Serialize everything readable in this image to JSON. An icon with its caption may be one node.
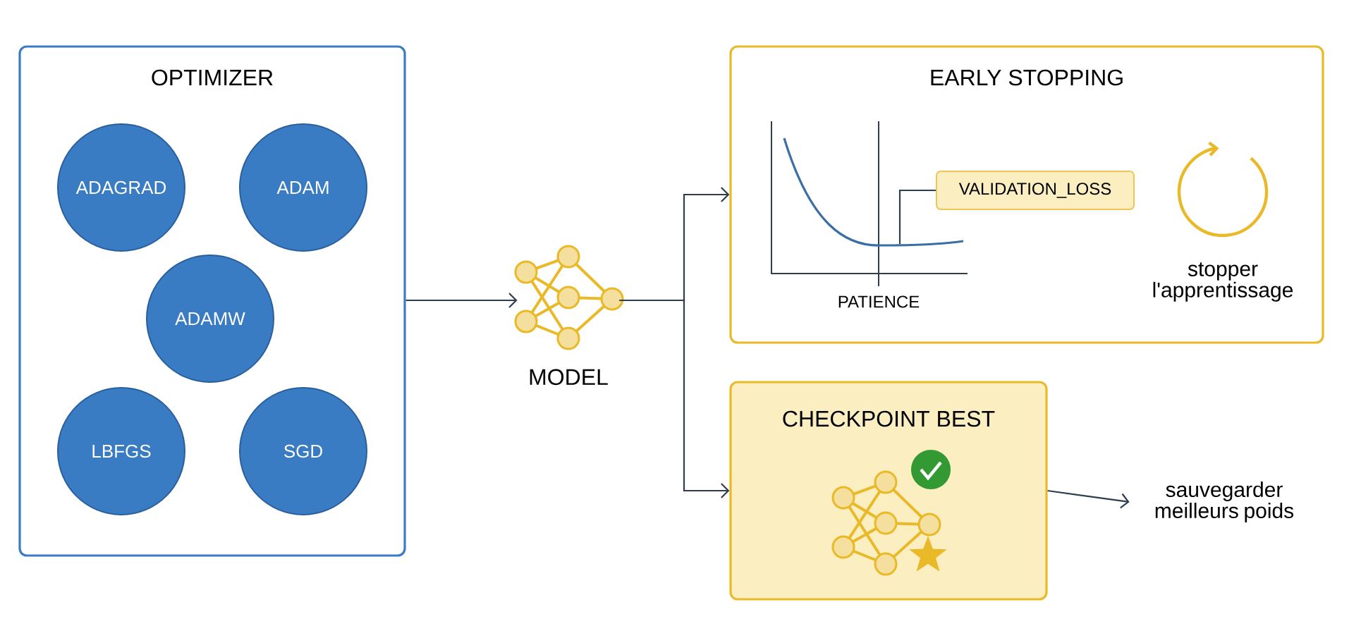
{
  "diagram": {
    "nodes": [
      {
        "text": [
          "OPTIMIZER"
        ]
      },
      {
        "text": [
          "ADAGRAD"
        ],
        "in": 0
      },
      {
        "text": [
          "ADAM"
        ],
        "in": 0
      },
      {
        "text": [
          "ADAMW"
        ],
        "in": 0
      },
      {
        "text": [
          "LBFGS"
        ],
        "in": 0
      },
      {
        "text": [
          "SGD"
        ],
        "in": 0
      },
      {
        "text": [
          "MODEL"
        ]
      },
      {
        "text": [
          "EARLY STOPPING",
          "PATIENCE",
          "stopper l'apprentissage"
        ]
      },
      {
        "text": [
          "VALIDATION_LOSS"
        ],
        "in": 7
      },
      {
        "text": [
          "CHECKPOINT BEST"
        ]
      },
      {
        "text": [
          "sauvegarder meilleurs poids"
        ]
      }
    ],
    "edges": [
      {
        "from": 0,
        "to": 6,
        "arrow": "to"
      },
      {
        "from": 6,
        "to": 7,
        "arrow": "to"
      },
      {
        "from": 6,
        "to": 9,
        "arrow": "to"
      },
      {
        "from": 8,
        "to": null,
        "arrow": "none"
      },
      {
        "from": 9,
        "to": 10,
        "arrow": "to"
      }
    ]
  }
}
